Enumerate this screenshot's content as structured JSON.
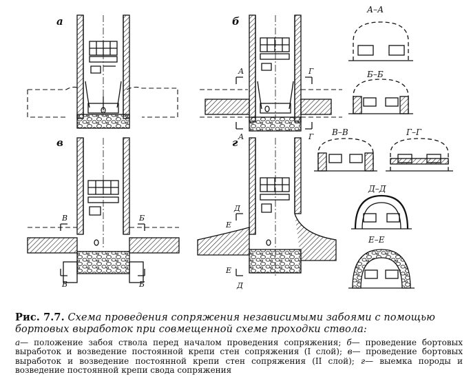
{
  "figure": {
    "panel_labels": [
      "а",
      "б",
      "в",
      "г"
    ],
    "section_titles": [
      "А–А",
      "Б–Б",
      "В–В",
      "Г–Г",
      "Д–Д",
      "Е–Е"
    ],
    "cut_marks": [
      "А",
      "А",
      "Б",
      "Б",
      "В",
      "В",
      "Г",
      "Г",
      "Д",
      "Д",
      "Е",
      "Е"
    ]
  },
  "caption": {
    "number": "Рис. 7.7.",
    "title": "Схема проведения сопряжения независимыми забоями с помощью бортовых выработок при совмещенной схеме проходки ствола:",
    "items": [
      {
        "letter": "а",
        "text": "— положение забоя ствола перед началом проведения сопряжения;"
      },
      {
        "letter": "б",
        "text": "— проведение бортовых выработок и возведение постоянной крепи стен сопряжения (I слой);"
      },
      {
        "letter": "в",
        "text": "— проведение бортовых выработок и возведение постоянной крепи стен сопряжения (II слой);"
      },
      {
        "letter": "г",
        "text": "— выемка породы и возведение постоянной крепи свода сопряжения"
      }
    ]
  }
}
